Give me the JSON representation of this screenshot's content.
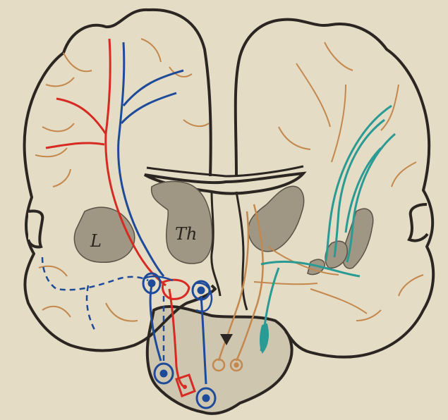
{
  "labels": {
    "lenticular": "L",
    "thalamus": "Th"
  },
  "colors": {
    "paper": "#e4dcc4",
    "outline": "#2b2622",
    "nucleus": "#a09684",
    "brainstem": "#cfc6b0",
    "red_tract": "#d62a22",
    "blue_tract": "#1e4a9a",
    "orange_fibers": "#c4884e",
    "teal_fibers": "#2a9a94"
  },
  "icons": {
    "ventricle": "triangle-down"
  }
}
